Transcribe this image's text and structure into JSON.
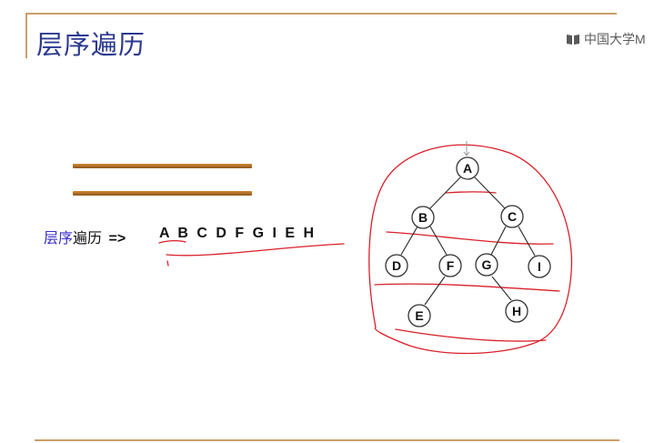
{
  "slide": {
    "title": "层序遍历",
    "watermark": "中国大学M",
    "traversal": {
      "label_blue": "层序",
      "label_black": "遍历",
      "arrow": "=>",
      "sequence": "A B C D F G I E H"
    }
  },
  "tree": {
    "nodes": [
      "A",
      "B",
      "C",
      "D",
      "F",
      "G",
      "I",
      "E",
      "H"
    ]
  }
}
